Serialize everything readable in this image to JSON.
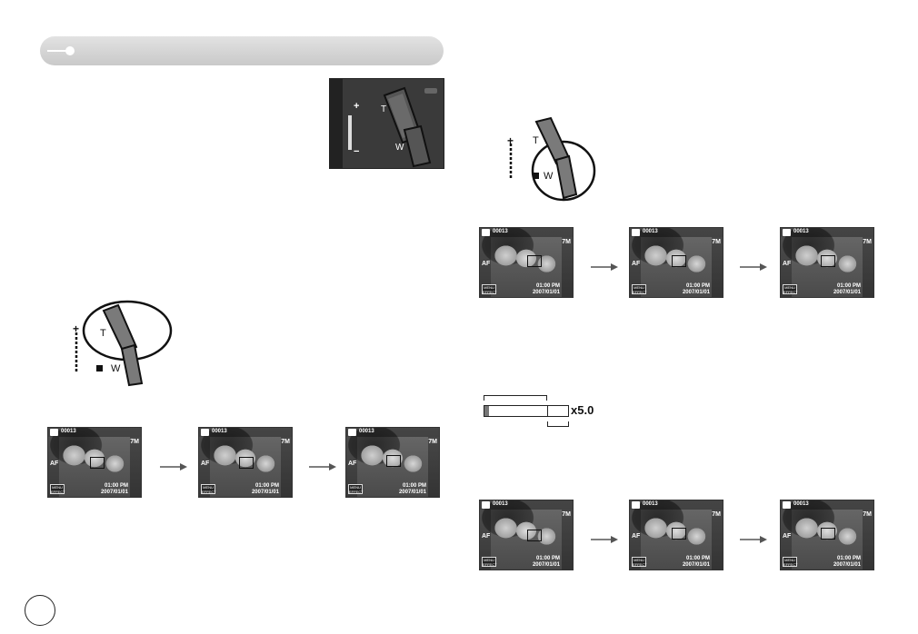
{
  "zoom": {
    "label_t": "T",
    "label_w": "W",
    "label_plus": "+",
    "label_minus": "−",
    "level_text": "x5.0"
  },
  "screen": {
    "count": "00013",
    "af": "AF",
    "menu": "MENU",
    "menu_sub": "EFFECT",
    "time": "01:00 PM",
    "date": "2007/01/01",
    "size": "7M"
  }
}
